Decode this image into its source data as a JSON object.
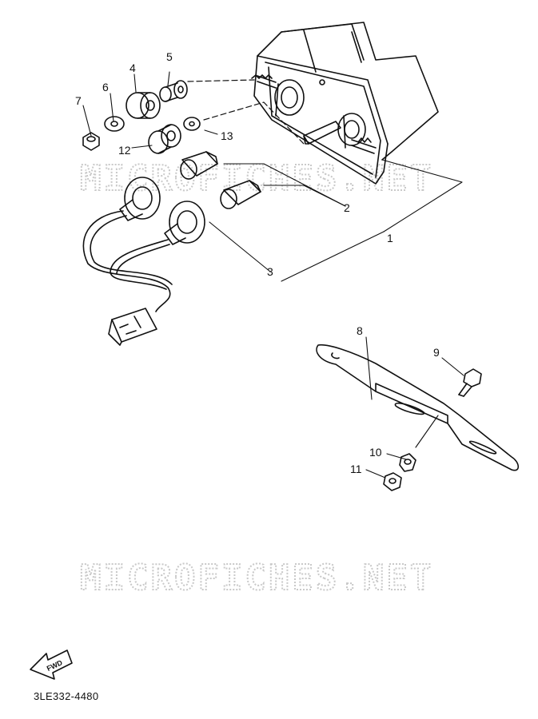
{
  "watermark": "MICROFICHES.NET",
  "fwd_label": "FWD",
  "diagram_code": "3LE332-4480",
  "callouts": [
    {
      "id": "c1",
      "text": "1"
    },
    {
      "id": "c2",
      "text": "2"
    },
    {
      "id": "c3",
      "text": "3"
    },
    {
      "id": "c4",
      "text": "4"
    },
    {
      "id": "c5",
      "text": "5"
    },
    {
      "id": "c6",
      "text": "6"
    },
    {
      "id": "c7",
      "text": "7"
    },
    {
      "id": "c8",
      "text": "8"
    },
    {
      "id": "c9",
      "text": "9"
    },
    {
      "id": "c10",
      "text": "10"
    },
    {
      "id": "c11",
      "text": "11"
    },
    {
      "id": "c12",
      "text": "12"
    },
    {
      "id": "c13",
      "text": "13"
    }
  ]
}
